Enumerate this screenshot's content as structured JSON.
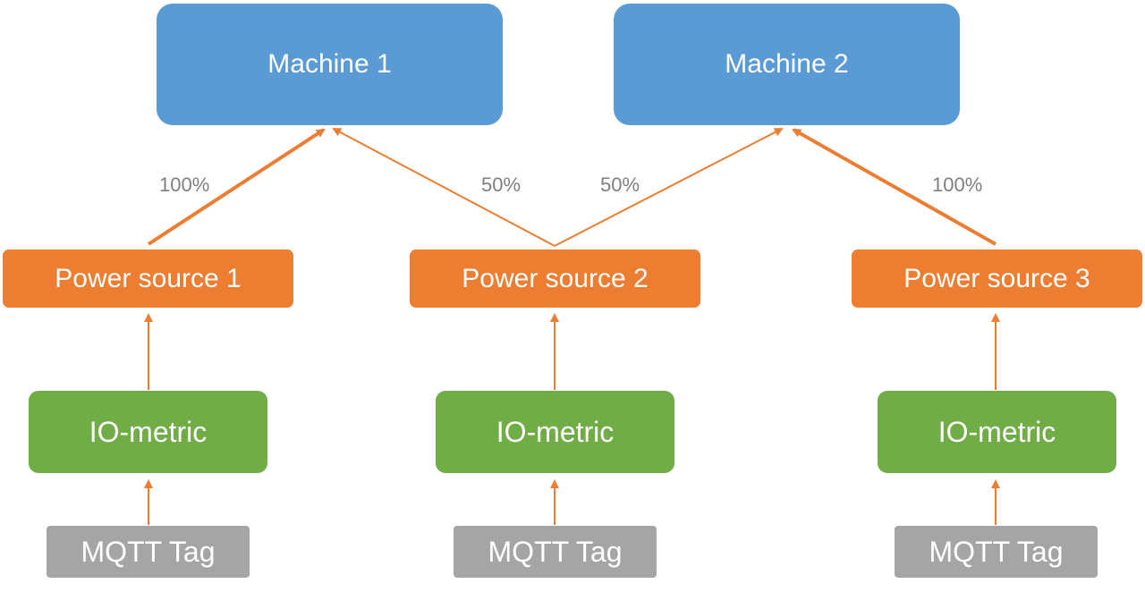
{
  "machines": [
    {
      "label": "Machine 1"
    },
    {
      "label": "Machine 2"
    }
  ],
  "power_sources": [
    {
      "label": "Power source 1"
    },
    {
      "label": "Power source 2"
    },
    {
      "label": "Power source 3"
    }
  ],
  "io_metrics": [
    {
      "label": "IO-metric"
    },
    {
      "label": "IO-metric"
    },
    {
      "label": "IO-metric"
    }
  ],
  "mqtt_tags": [
    {
      "label": "MQTT Tag"
    },
    {
      "label": "MQTT Tag"
    },
    {
      "label": "MQTT Tag"
    }
  ],
  "edges": [
    {
      "from": "power_source_1",
      "to": "machine_1",
      "label": "100%"
    },
    {
      "from": "power_source_2",
      "to": "machine_1",
      "label": "50%"
    },
    {
      "from": "power_source_2",
      "to": "machine_2",
      "label": "50%"
    },
    {
      "from": "power_source_3",
      "to": "machine_2",
      "label": "100%"
    },
    {
      "from": "io_metric_1",
      "to": "power_source_1"
    },
    {
      "from": "io_metric_2",
      "to": "power_source_2"
    },
    {
      "from": "io_metric_3",
      "to": "power_source_3"
    },
    {
      "from": "mqtt_tag_1",
      "to": "io_metric_1"
    },
    {
      "from": "mqtt_tag_2",
      "to": "io_metric_2"
    },
    {
      "from": "mqtt_tag_3",
      "to": "io_metric_3"
    }
  ],
  "colors": {
    "machine": "#5b9bd5",
    "power_source": "#ed7d31",
    "io_metric": "#70ad47",
    "mqtt_tag": "#a5a5a5",
    "edge": "#ed7d31",
    "edge_label": "#7f7f7f"
  }
}
